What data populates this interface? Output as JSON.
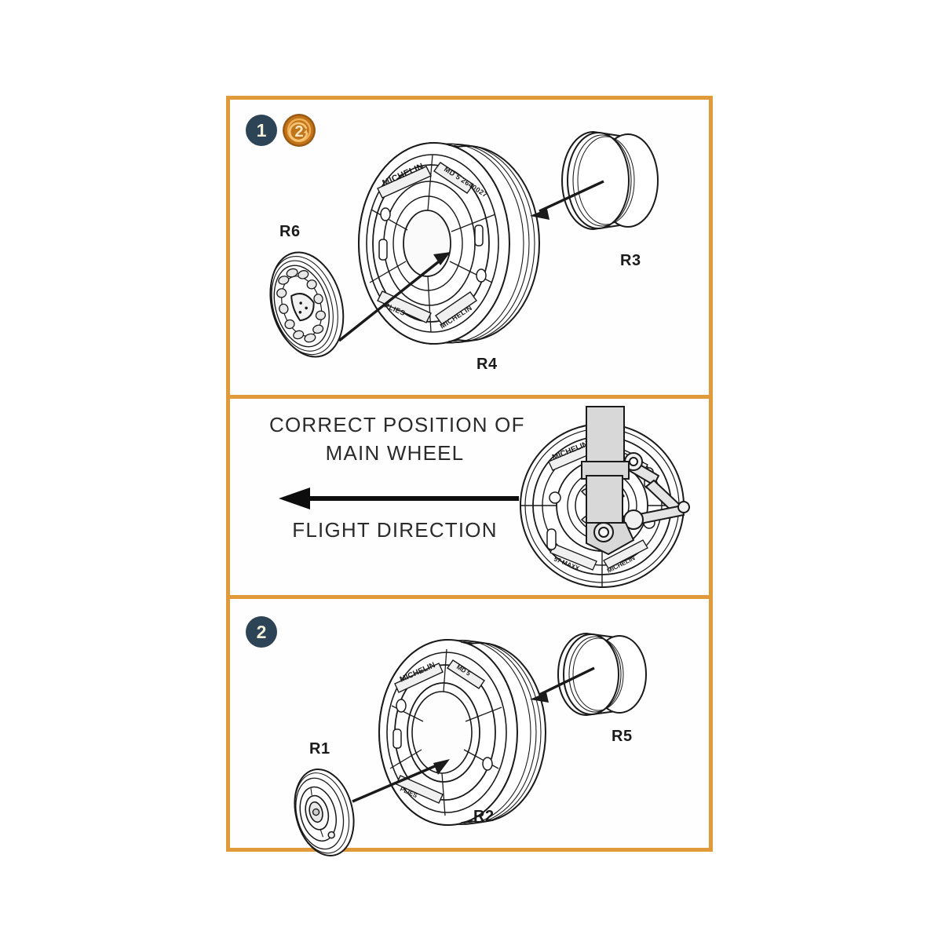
{
  "sheet": {
    "frame_color": "#e09a3a",
    "background": "#ffffff"
  },
  "panels": [
    {
      "id": "panel-1",
      "step_badge": "1",
      "rotate_badge": "2",
      "parts": [
        {
          "code": "R6",
          "description": "brake-disc-hub"
        },
        {
          "code": "R4",
          "description": "main-wheel-tire"
        },
        {
          "code": "R3",
          "description": "hub-cap"
        }
      ]
    },
    {
      "id": "panel-2",
      "caption_line_1": "CORRECT POSITION OF",
      "caption_line_2": "MAIN WHEEL",
      "caption_line_3": "FLIGHT DIRECTION",
      "arrow_direction": "left"
    },
    {
      "id": "panel-3",
      "step_badge": "2",
      "parts": [
        {
          "code": "R1",
          "description": "small-hub"
        },
        {
          "code": "R2",
          "description": "nose-wheel-tire"
        },
        {
          "code": "R5",
          "description": "hub-cap"
        }
      ]
    }
  ],
  "tire_markings": {
    "brand": "MICHELIN"
  },
  "colors": {
    "frame": "#e09a3a",
    "badge_navy": "#2c4456",
    "badge_orange": "#c2741b",
    "badge_text": "#f3efd8",
    "line_art": "#1a1a1a",
    "strut_fill": "#d8d8d8"
  }
}
